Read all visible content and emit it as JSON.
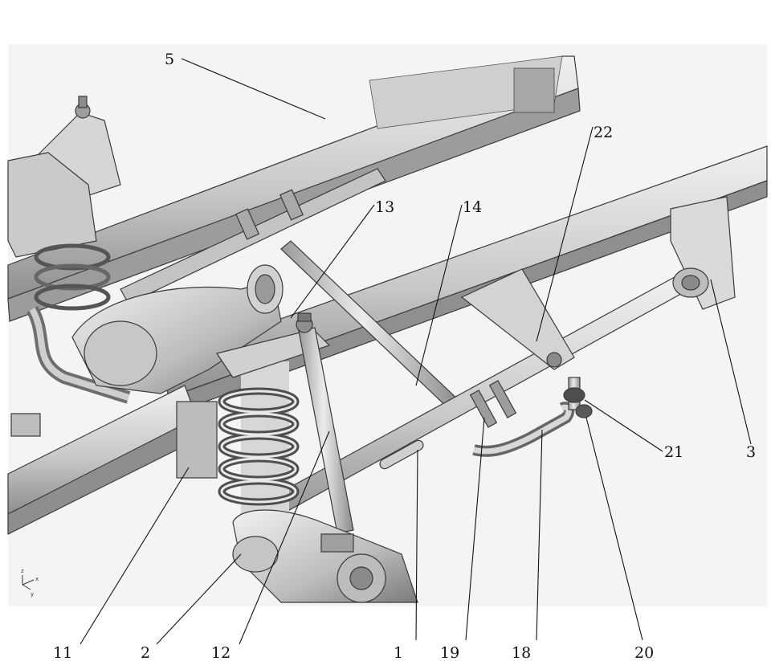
{
  "palette": {
    "paper": "#ffffff",
    "metal_light": "#e6e6e6",
    "metal_mid": "#bdbdbd",
    "metal_dark": "#7e7e7e",
    "edge": "#3a3a3a",
    "ink": "#111111"
  },
  "callouts": [
    {
      "id": "c5",
      "label": "5"
    },
    {
      "id": "c13",
      "label": "13"
    },
    {
      "id": "c14",
      "label": "14"
    },
    {
      "id": "c22",
      "label": "22"
    },
    {
      "id": "c21",
      "label": "21"
    },
    {
      "id": "c3",
      "label": "3"
    },
    {
      "id": "c11",
      "label": "11"
    },
    {
      "id": "c2",
      "label": "2"
    },
    {
      "id": "c12",
      "label": "12"
    },
    {
      "id": "c1",
      "label": "1"
    },
    {
      "id": "c19",
      "label": "19"
    },
    {
      "id": "c18",
      "label": "18"
    },
    {
      "id": "c20",
      "label": "20"
    }
  ],
  "axis_triad": {
    "x": "x",
    "y": "y",
    "z": "z"
  }
}
